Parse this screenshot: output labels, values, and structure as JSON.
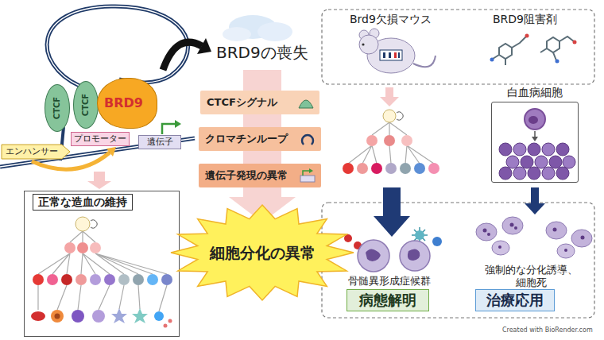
{
  "diagram": {
    "nodes": [
      {
        "text": [
          "CTCF"
        ]
      },
      {
        "text": [
          "CTCF"
        ]
      },
      {
        "text": [
          "BRD9"
        ]
      },
      {
        "text": [
          "エンハンサー"
        ]
      },
      {
        "text": [
          "プロモーター"
        ]
      },
      {
        "text": [
          "遺伝子"
        ]
      },
      {
        "text": [
          "正常な造血の維持"
        ]
      },
      {
        "text": [
          "CTCFシグナル"
        ]
      },
      {
        "text": [
          "クロマチンループ"
        ]
      },
      {
        "text": [
          "遺伝子発現の異常"
        ]
      },
      {
        "text": [
          "細胞分化の異常"
        ]
      },
      {
        "text": [
          "白血病細胞"
        ]
      },
      {
        "text": [
          "病態解明"
        ]
      },
      {
        "text": [
          "治療応用"
        ]
      }
    ],
    "labels": [
      "BRD9の喪失",
      "Brd9欠損マウス",
      "BRD9阻害剤",
      "骨髄異形成症候群",
      "強制的な分化誘導、 細胞死",
      "Created with BioRender.com"
    ]
  }
}
